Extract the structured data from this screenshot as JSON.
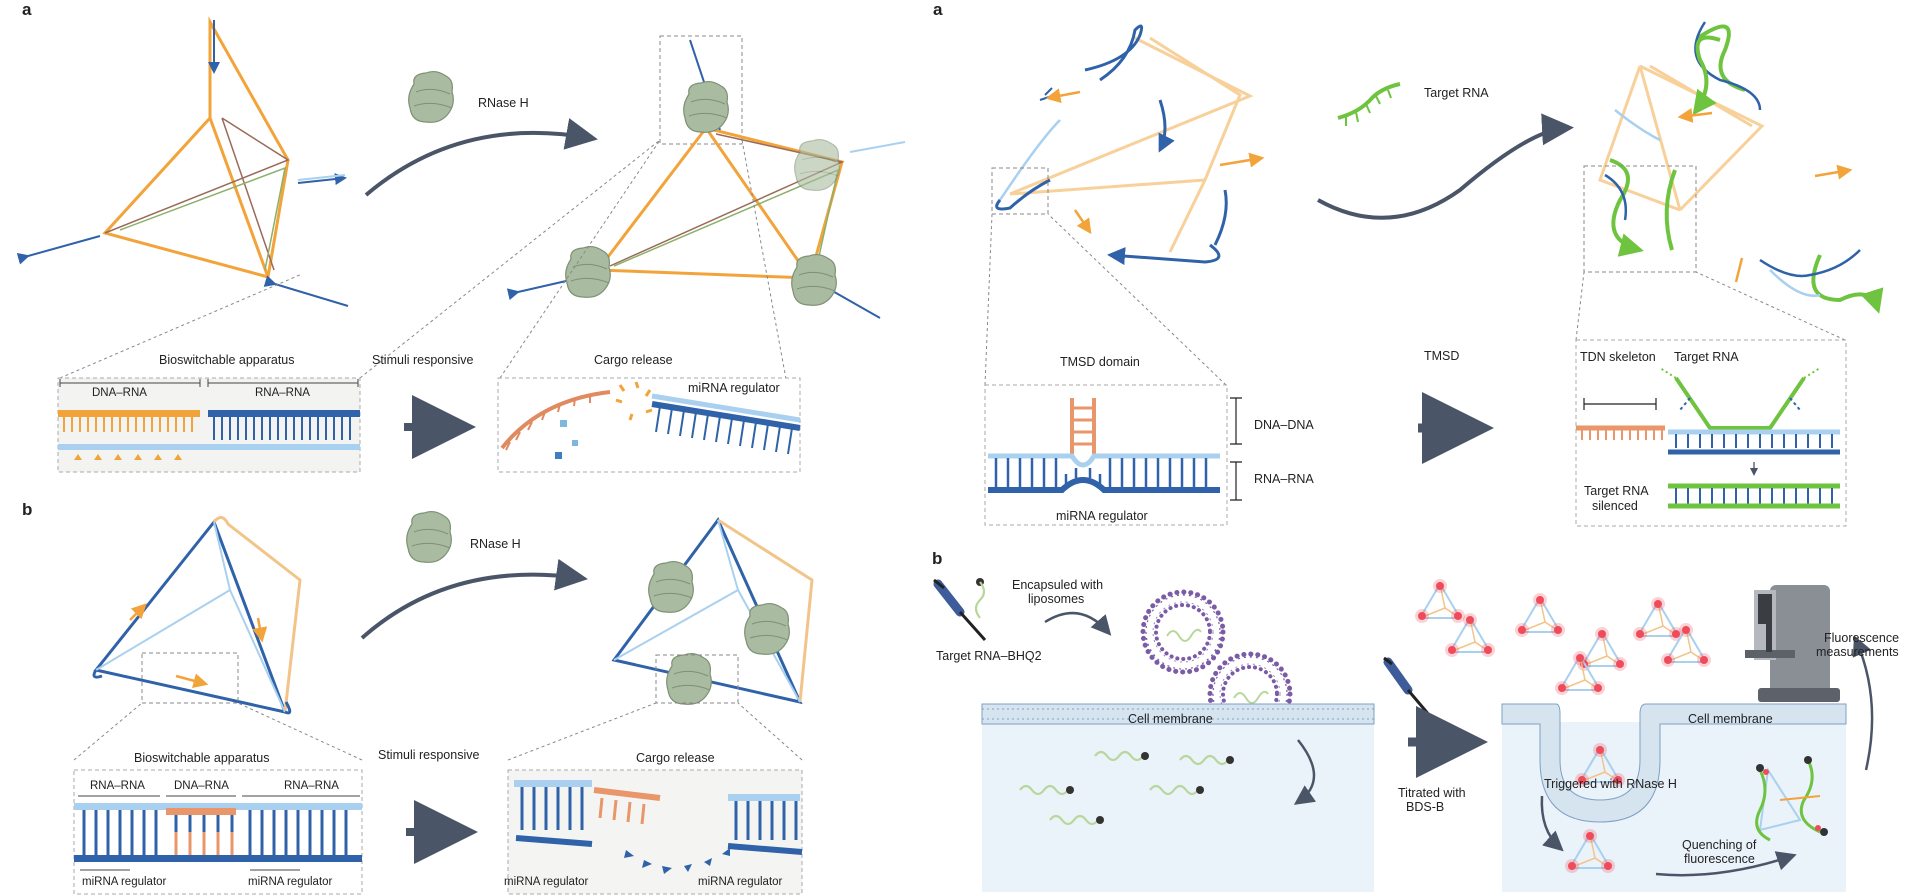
{
  "left": {
    "panel_a": {
      "letter": "a",
      "enzyme": "RNase H",
      "apparatus_title": "Bioswitchable apparatus",
      "dna_rna": "DNA–RNA",
      "rna_rna": "RNA–RNA",
      "stimuli": "Stimuli responsive",
      "cargo_title": "Cargo release",
      "mirna": "miRNA regulator"
    },
    "panel_b": {
      "letter": "b",
      "enzyme": "RNase H",
      "apparatus_title": "Bioswitchable apparatus",
      "rna_rna_1": "RNA–RNA",
      "dna_rna": "DNA–RNA",
      "rna_rna_2": "RNA–RNA",
      "stimuli": "Stimuli responsive",
      "cargo_title": "Cargo release",
      "mirna_1": "miRNA regulator",
      "mirna_2": "miRNA regulator",
      "mirna_3": "miRNA regulator",
      "mirna_4": "miRNA regulator"
    }
  },
  "right": {
    "panel_a": {
      "letter": "a",
      "target_rna": "Target RNA",
      "tmsd_domain": "TMSD domain",
      "dna_dna": "DNA–DNA",
      "rna_rna": "RNA–RNA",
      "mirna": "miRNA regulator",
      "tmsd": "TMSD",
      "tdn_skeleton": "TDN skeleton",
      "target_rna_2": "Target RNA",
      "silenced_1": "Target RNA",
      "silenced_2": "silenced"
    },
    "panel_b": {
      "letter": "b",
      "encapsuled_1": "Encapsuled with",
      "encapsuled_2": "liposomes",
      "target_bhq": "Target RNA–BHQ2",
      "membrane_1": "Cell membrane",
      "membrane_2": "Cell membrane",
      "titrated_1": "Titrated with",
      "titrated_2": "BDS-B",
      "triggered": "Triggered with RNase H",
      "quench_1": "Quenching of",
      "quench_2": "fluorescence",
      "fluor_1": "Fluorescence",
      "fluor_2": "measurements"
    }
  },
  "colors": {
    "orange": "#f2a33a",
    "dark_blue": "#2f62a8",
    "light_blue": "#a9d0ee",
    "green": "#6ec33f",
    "enzyme": "#a9bba0",
    "arrow": "#4a5568",
    "liposome": "#7a5ba6"
  }
}
